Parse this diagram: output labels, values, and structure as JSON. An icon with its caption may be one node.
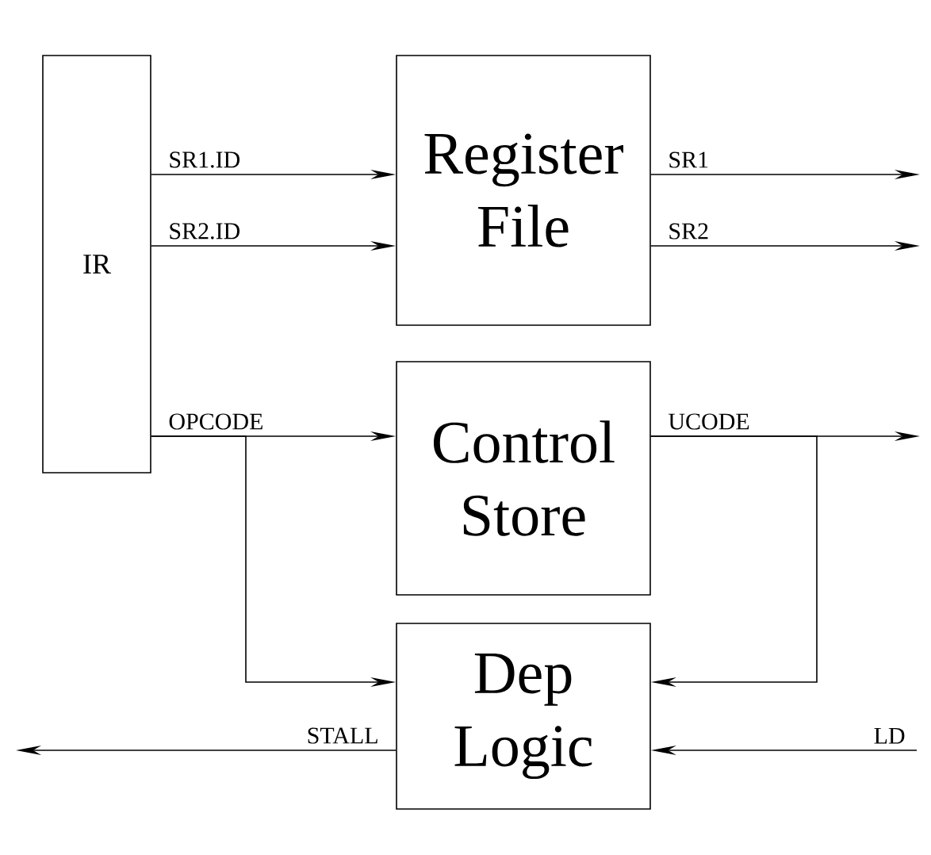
{
  "diagram": {
    "nodes": [
      {
        "text": [
          "IR"
        ]
      },
      {
        "text": [
          "Register File"
        ]
      },
      {
        "text": [
          "Control Store"
        ]
      },
      {
        "text": [
          "Dep Logic"
        ]
      }
    ],
    "edges": [
      {
        "from": 0,
        "to": 1,
        "arrow": "to",
        "label": "SR1.ID"
      },
      {
        "from": 0,
        "to": 1,
        "arrow": "to",
        "label": "SR2.ID"
      },
      {
        "from": 0,
        "to": 2,
        "arrow": "to",
        "label": "OPCODE"
      },
      {
        "from": 1,
        "to": null,
        "arrow": "to",
        "label": "SR1"
      },
      {
        "from": 1,
        "to": null,
        "arrow": "to",
        "label": "SR2"
      },
      {
        "from": 2,
        "to": null,
        "arrow": "to",
        "label": "UCODE"
      },
      {
        "from": 0,
        "to": 3,
        "arrow": "to"
      },
      {
        "from": 2,
        "to": 3,
        "arrow": "to"
      },
      {
        "from": 3,
        "to": null,
        "arrow": "to",
        "label": "STALL"
      },
      {
        "from": null,
        "to": 3,
        "arrow": "to",
        "label": "LD"
      }
    ]
  }
}
